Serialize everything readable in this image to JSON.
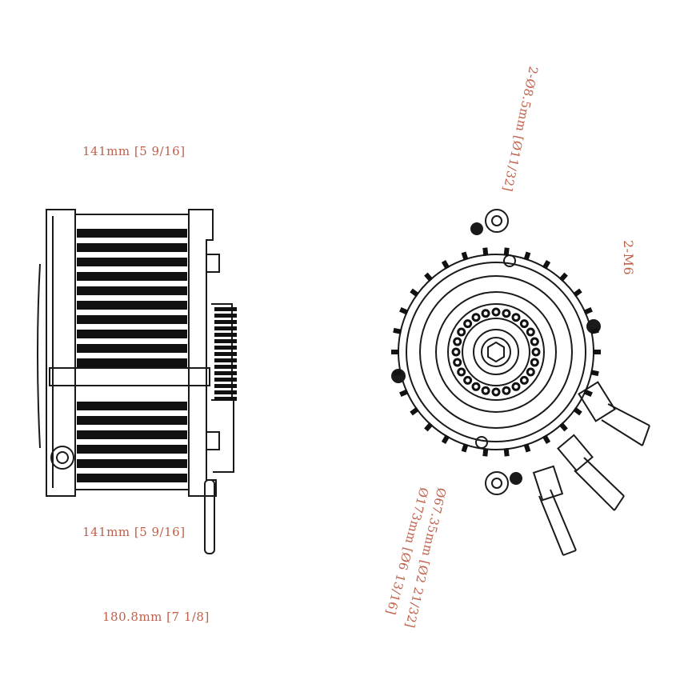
{
  "dimensions": {
    "top_width": "141mm [5 9/16]",
    "bottom_width": "141mm [5 9/16]",
    "overall_length": "180.8mm [7 1/8]",
    "mount_holes": "2-Ø8.5mm [Ø11/32]",
    "thread": "2-M6",
    "flange_diameter": "Ø67.35mm [Ø2 21/32]",
    "outer_diameter": "Ø173mm [Ø6 13/16]"
  },
  "colors": {
    "line": "#1a1a1a",
    "dimension_text": "#c0604a",
    "background": "#ffffff"
  }
}
